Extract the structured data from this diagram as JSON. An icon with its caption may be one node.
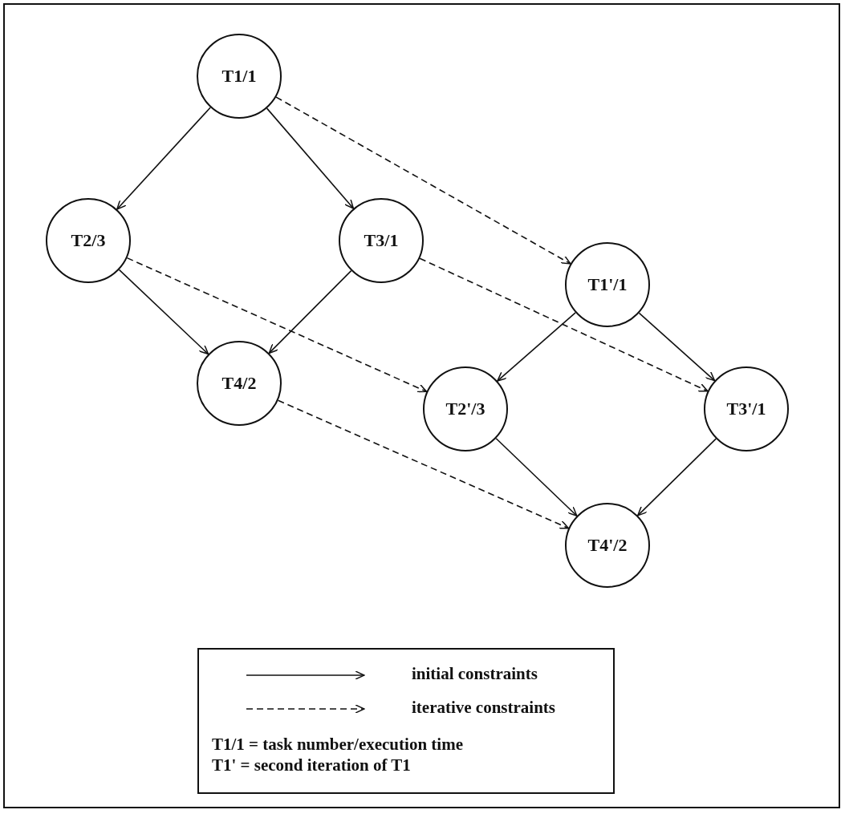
{
  "diagram": {
    "nodes": [
      {
        "text": [
          "T1/1"
        ]
      },
      {
        "text": [
          "T2/3"
        ]
      },
      {
        "text": [
          "T3/1"
        ]
      },
      {
        "text": [
          "T4/2"
        ]
      },
      {
        "text": [
          "T1'/1"
        ]
      },
      {
        "text": [
          "T2'/3"
        ]
      },
      {
        "text": [
          "T3'/1"
        ]
      },
      {
        "text": [
          "T4'/2"
        ]
      }
    ],
    "edges": [
      {
        "from": 0,
        "to": 1,
        "arrow": "to"
      },
      {
        "from": 0,
        "to": 2,
        "arrow": "to"
      },
      {
        "from": 1,
        "to": 3,
        "arrow": "to"
      },
      {
        "from": 2,
        "to": 3,
        "arrow": "to"
      },
      {
        "from": 4,
        "to": 5,
        "arrow": "to"
      },
      {
        "from": 4,
        "to": 6,
        "arrow": "to"
      },
      {
        "from": 5,
        "to": 7,
        "arrow": "to"
      },
      {
        "from": 6,
        "to": 7,
        "arrow": "to"
      },
      {
        "from": 0,
        "to": 4,
        "arrow": "to",
        "style": "dashed"
      },
      {
        "from": 1,
        "to": 5,
        "arrow": "to",
        "style": "dashed"
      },
      {
        "from": 2,
        "to": 6,
        "arrow": "to",
        "style": "dashed"
      },
      {
        "from": 3,
        "to": 7,
        "arrow": "to",
        "style": "dashed"
      }
    ],
    "labels": [
      "T1/1 = task number/execution time",
      "T1' = second iteration of T1"
    ],
    "legend": [
      {
        "text": "initial constraints"
      },
      {
        "text": "iterative constraints"
      }
    ]
  }
}
